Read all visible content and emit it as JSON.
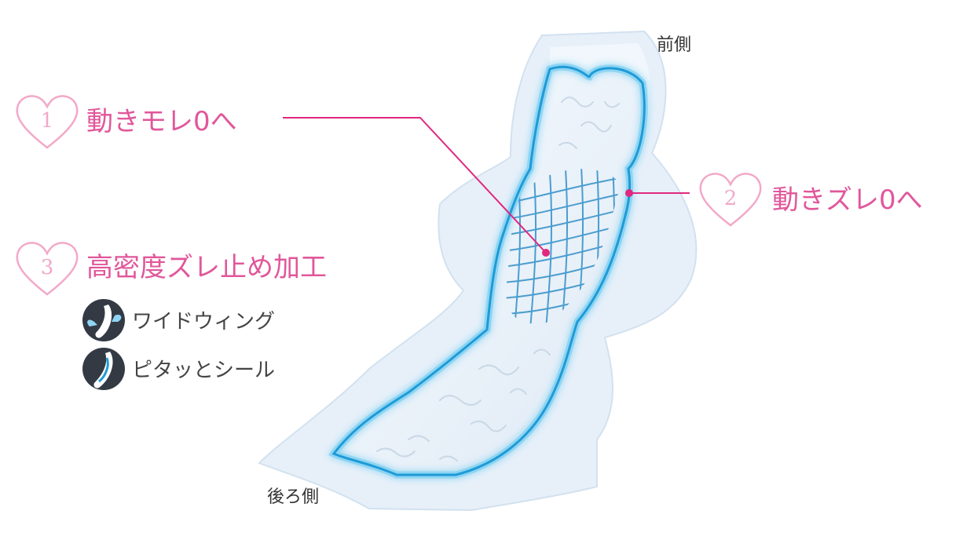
{
  "labels": {
    "front": "前側",
    "back": "後ろ側"
  },
  "features": [
    {
      "number": "1",
      "text": "動きモレ0へ"
    },
    {
      "number": "2",
      "text": "動きズレ0へ"
    },
    {
      "number": "3",
      "text": "高密度ズレ止め加工"
    }
  ],
  "sub_items": [
    {
      "icon": "wide-wing-icon",
      "text": "ワイドウィング"
    },
    {
      "icon": "peel-seal-icon",
      "text": "ピタッとシール"
    }
  ],
  "colors": {
    "accent_pink": "#e1579b",
    "heart_outline": "#f2a9c8",
    "glow_blue": "#1e9bd7",
    "pad_fill": "#eef5fb",
    "icon_bg": "#333a44"
  }
}
